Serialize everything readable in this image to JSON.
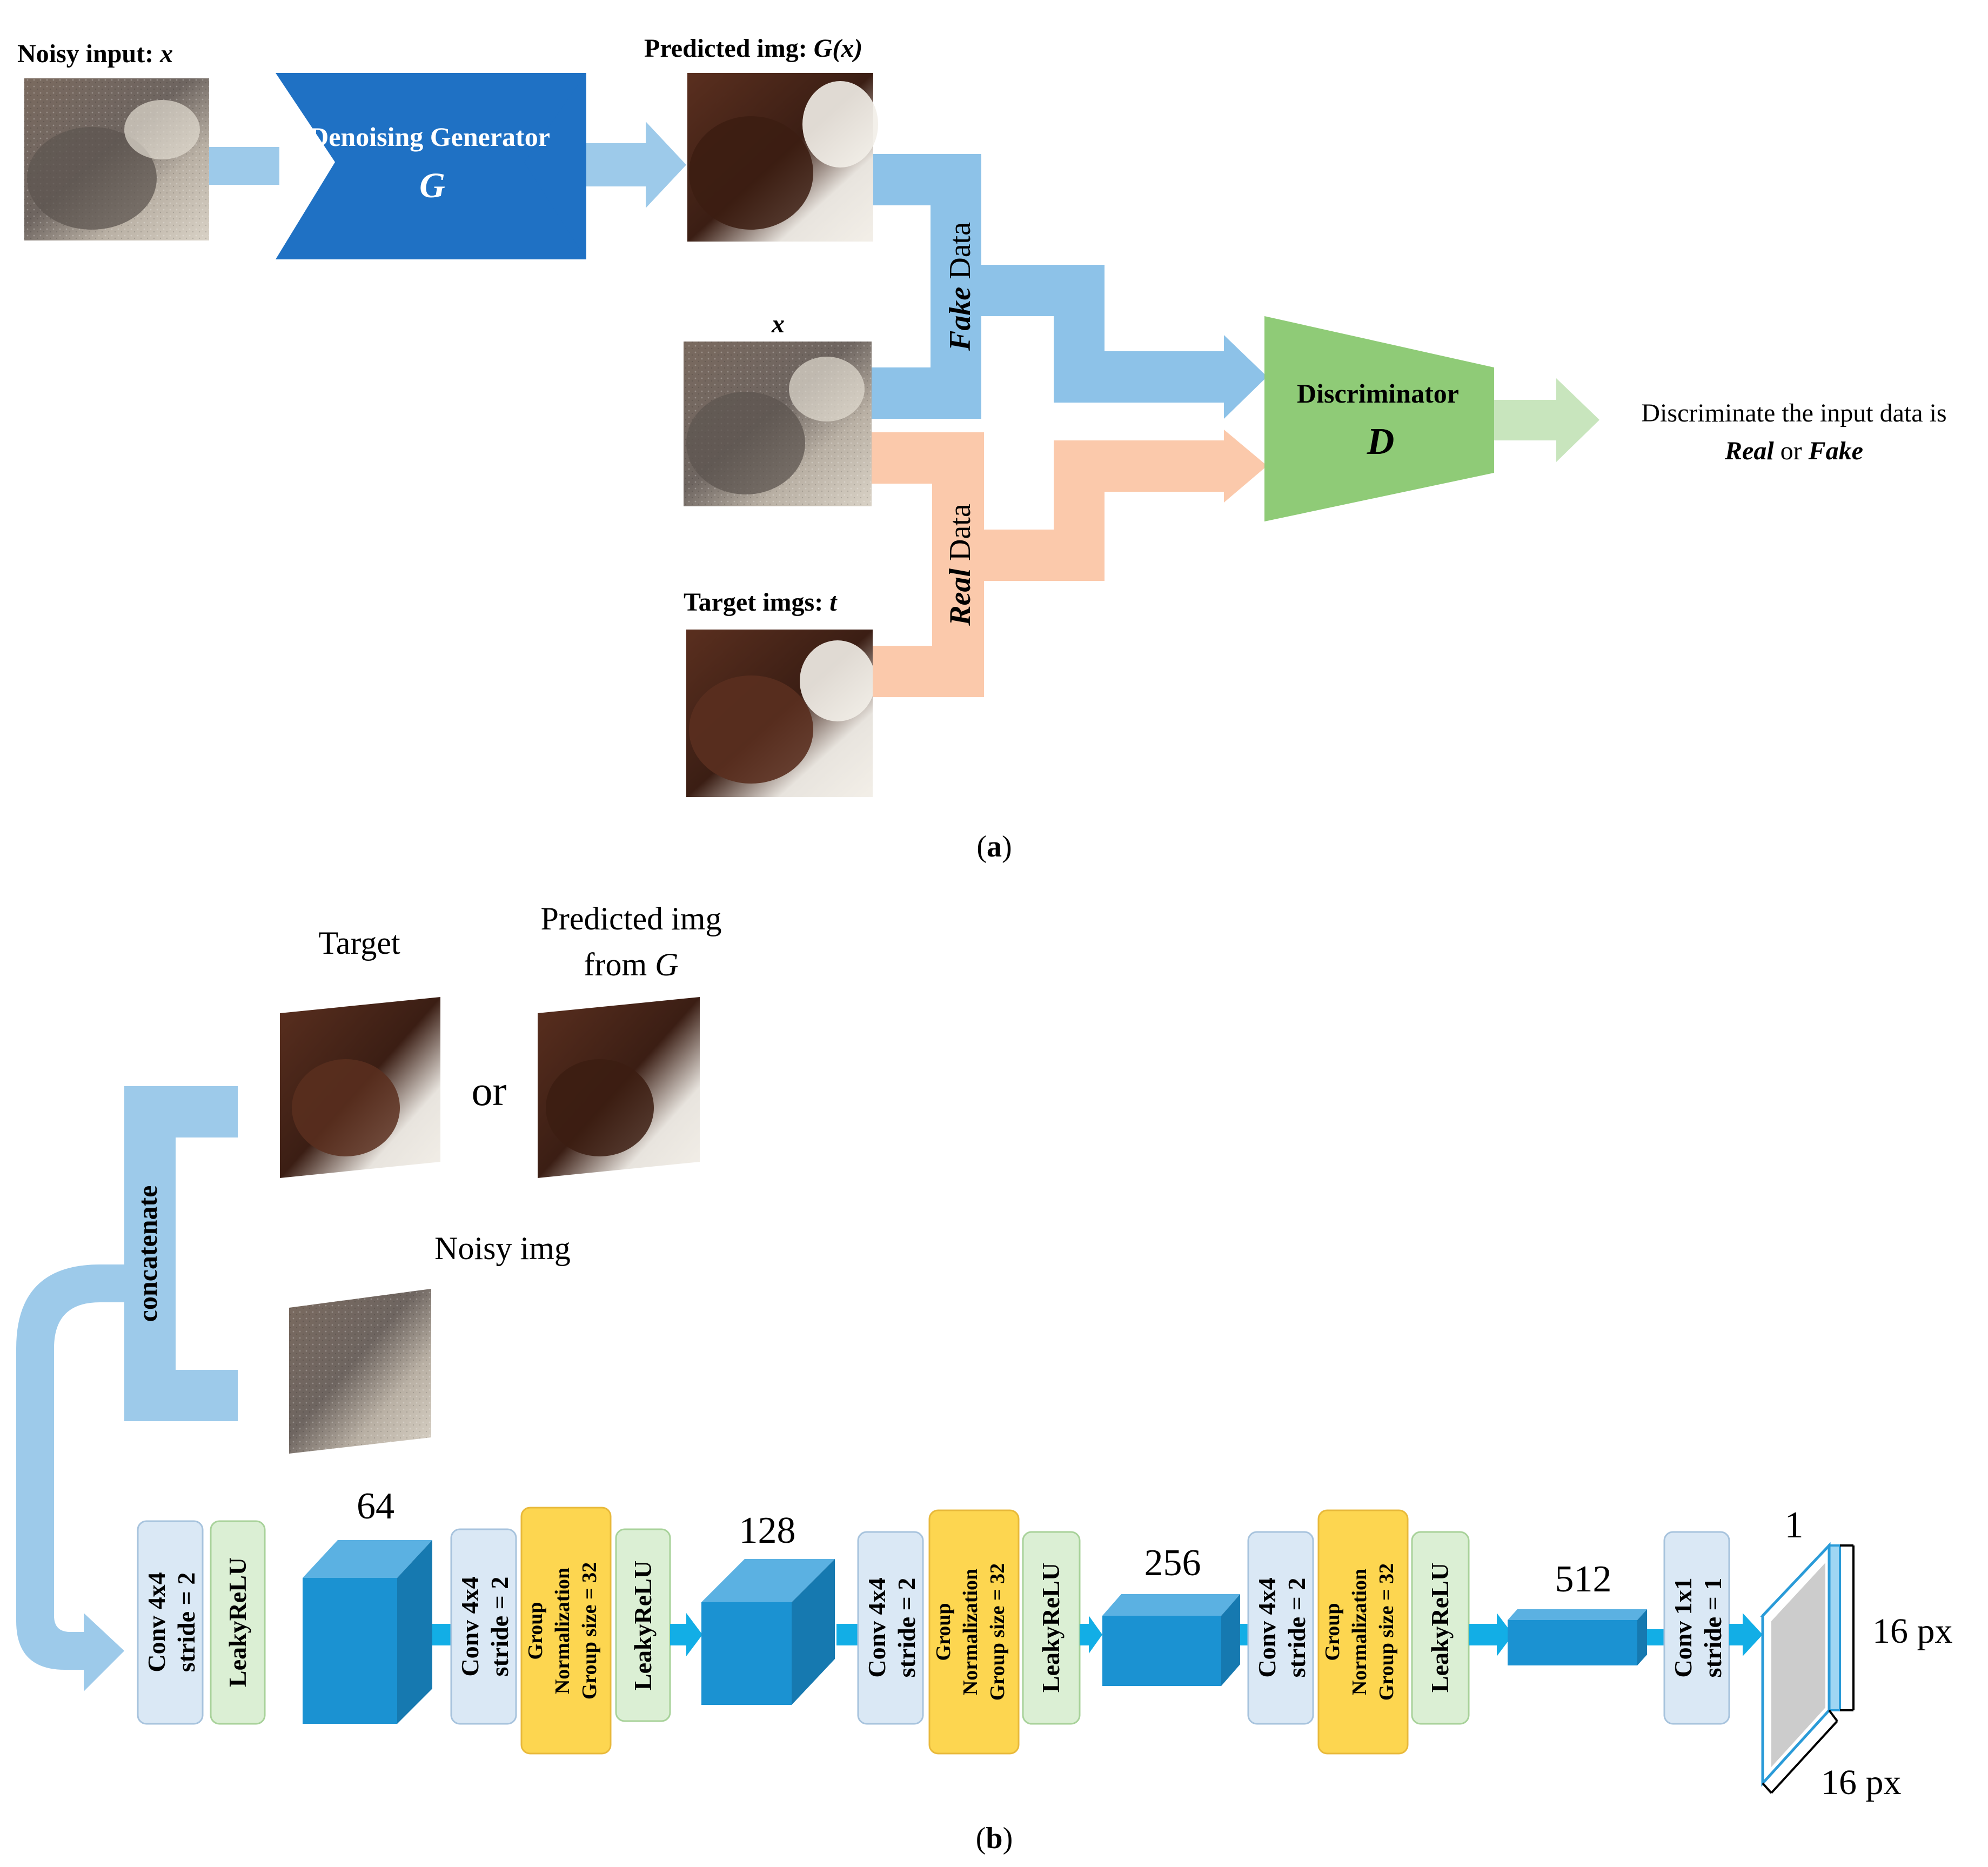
{
  "panel_a": {
    "noisy_input_label": "Noisy input:",
    "noisy_input_var": "x",
    "predicted_label": "Predicted img:",
    "predicted_var": "G(x)",
    "generator_title": "Denoising Generator",
    "generator_symbol": "G",
    "x_label": "x",
    "target_label": "Target imgs:",
    "target_var": "t",
    "fake_data_italic": "Fake",
    "fake_data_word": "Data",
    "real_data_italic": "Real",
    "real_data_word": "Data",
    "discriminator_title": "Discriminator",
    "discriminator_symbol": "D",
    "output_line1": "Discriminate the input data is",
    "output_real": "Real",
    "output_or": "or",
    "output_fake": "Fake",
    "caption": "(a)",
    "caption_letter": "a"
  },
  "panel_b": {
    "target_label": "Target",
    "predicted_line1": "Predicted img",
    "predicted_line2": "from",
    "predicted_var": "G",
    "or_label": "or",
    "noisy_label": "Noisy img",
    "concatenate_label": "concatenate",
    "layers": [
      {
        "conv_line1": "Conv 4x4",
        "conv_line2": "stride = 2"
      },
      {
        "conv_line1": "Conv 4x4",
        "conv_line2": "stride = 2"
      },
      {
        "conv_line1": "Conv 4x4",
        "conv_line2": "stride = 2"
      },
      {
        "conv_line1": "Conv 4x4",
        "conv_line2": "stride = 2"
      },
      {
        "conv_line1": "Conv 1x1",
        "conv_line2": "stride = 1"
      }
    ],
    "activation_label": "LeakyReLU",
    "groupnorm_line1": "Group",
    "groupnorm_line2": "Normalization",
    "groupnorm_line3": "Group size = 32",
    "channels": [
      "64",
      "128",
      "256",
      "512",
      "1"
    ],
    "output_height": "16 px",
    "output_width": "16 px",
    "caption_letter": "b"
  },
  "colors": {
    "blue_arrow": "#9dcaea",
    "generator_blue": "#1f71c4",
    "fake_blue": "#8dc2e8",
    "real_peach": "#fbc9ab",
    "discriminator_green": "#8fcb77",
    "output_green": "#c8e5bd",
    "conv_box": "#dae8f5",
    "relu_box": "#dbefd4",
    "gn_box": "#fdd650",
    "cube_front": "#1b92d2",
    "cube_top": "#5bb1e2",
    "cube_side": "#1679b0",
    "small_arrow": "#12aee6",
    "output_gray": "#cccccc"
  }
}
